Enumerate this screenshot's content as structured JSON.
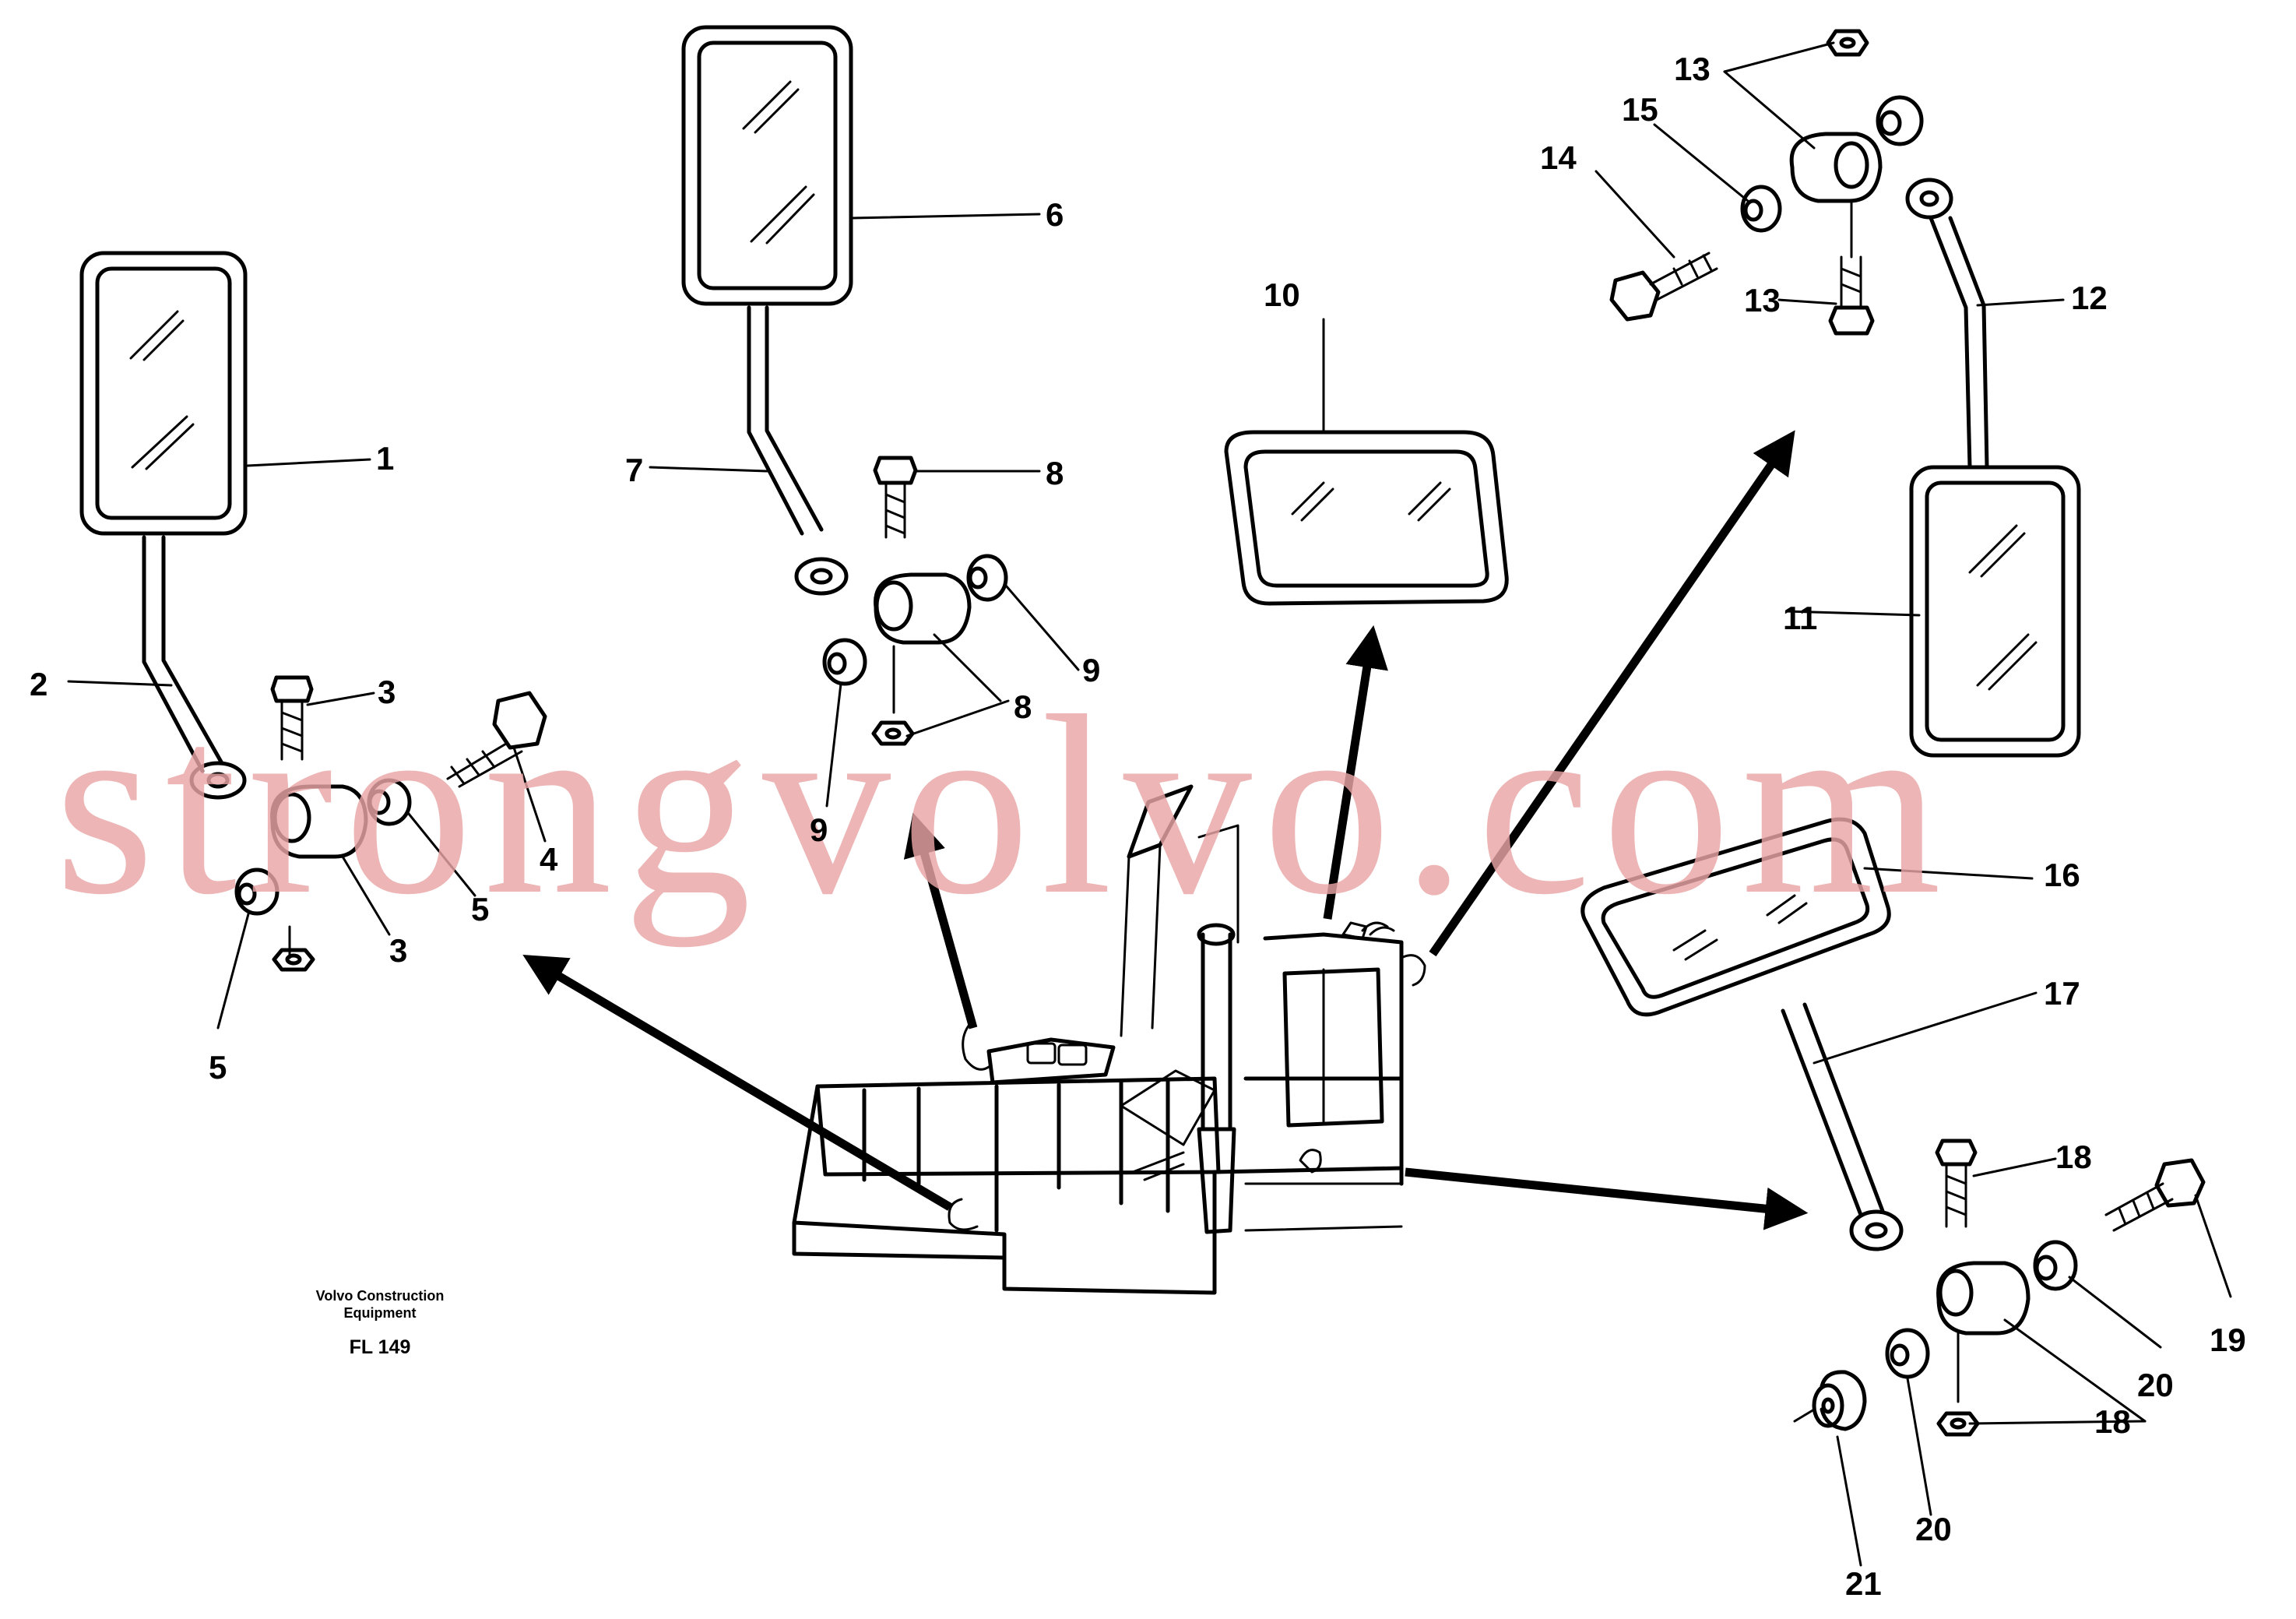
{
  "caption": {
    "company_line1": "Volvo Construction",
    "company_line2": "Equipment",
    "figure_code": "FL 149"
  },
  "watermark": {
    "text": "strongvolvo.com",
    "color": "#e9a5a5"
  },
  "colors": {
    "ink": "#000000",
    "paper": "#ffffff"
  },
  "part_labels": [
    "1",
    "2",
    "3",
    "3",
    "3",
    "4",
    "5",
    "5",
    "5",
    "6",
    "7",
    "8",
    "8",
    "9",
    "9",
    "10",
    "11",
    "12",
    "13",
    "13",
    "14",
    "15",
    "16",
    "17",
    "18",
    "18",
    "19",
    "20",
    "20",
    "21"
  ]
}
